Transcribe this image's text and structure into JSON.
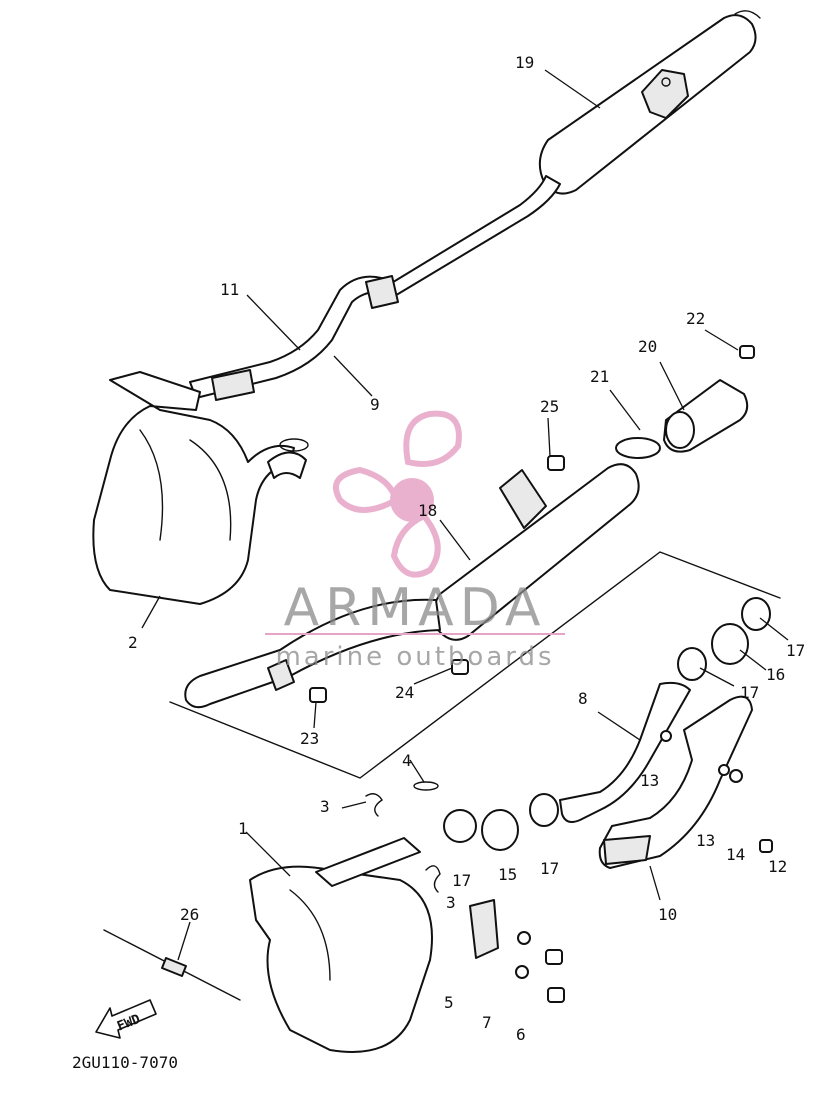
{
  "watermark": {
    "brand": "ARMADA",
    "tagline": "marine outboards",
    "accent_color": "#e7a4c6",
    "text_color": "#8a8a8a"
  },
  "diagram_code": "2GU110-7070",
  "fwd_label": "FWD",
  "callouts": {
    "c1": "1",
    "c2": "2",
    "c3a": "3",
    "c3b": "3",
    "c4": "4",
    "c5": "5",
    "c6": "6",
    "c7": "7",
    "c8": "8",
    "c9": "9",
    "c10": "10",
    "c11": "11",
    "c12": "12",
    "c13a": "13",
    "c13b": "13",
    "c14": "14",
    "c15": "15",
    "c16": "16",
    "c17a": "17",
    "c17b": "17",
    "c17c": "17",
    "c17d": "17",
    "c18": "18",
    "c19": "19",
    "c20": "20",
    "c21": "21",
    "c22": "22",
    "c23": "23",
    "c24": "24",
    "c25": "25",
    "c26": "26"
  }
}
